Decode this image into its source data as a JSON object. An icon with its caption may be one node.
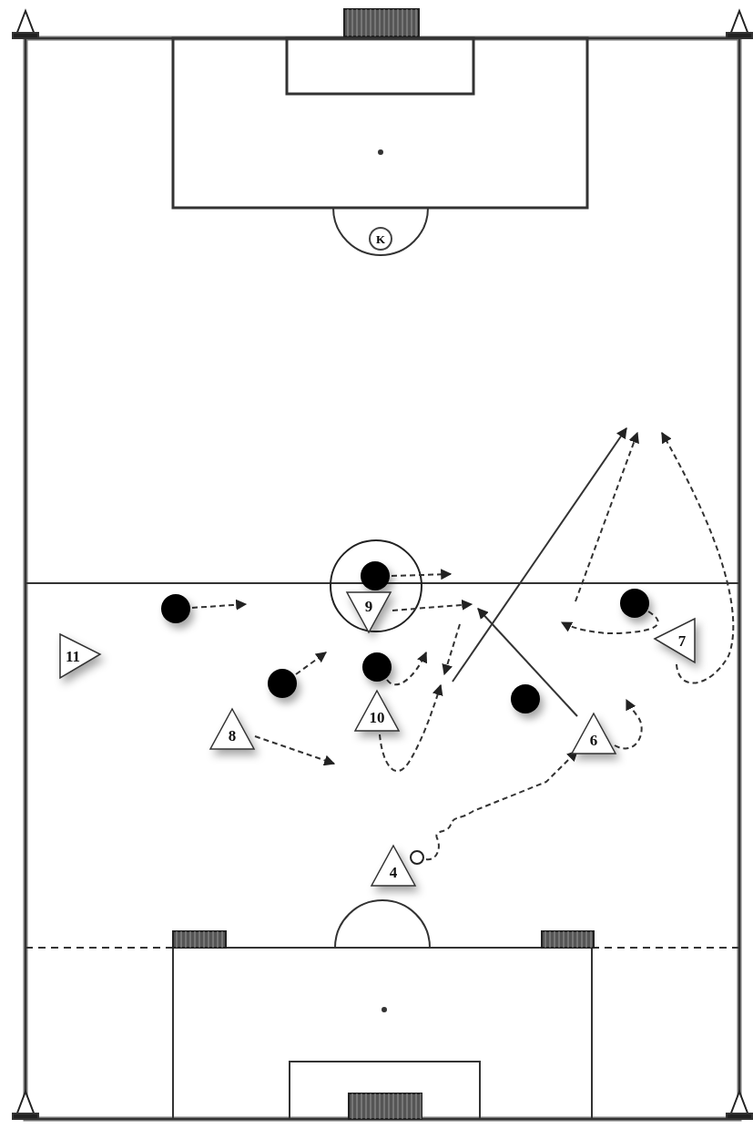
{
  "diagram": {
    "nodes": [
      {
        "text": [
          "K"
        ]
      },
      {
        "text": [],
        "shape": "circle"
      },
      {
        "text": [],
        "shape": "circle"
      },
      {
        "text": [],
        "shape": "circle"
      },
      {
        "text": [
          "9"
        ]
      },
      {
        "text": [
          "7"
        ]
      },
      {
        "text": [
          "11"
        ]
      },
      {
        "text": [],
        "shape": "circle"
      },
      {
        "text": [],
        "shape": "circle"
      },
      {
        "text": [],
        "shape": "circle"
      },
      {
        "text": [
          "10"
        ]
      },
      {
        "text": [
          "8"
        ]
      },
      {
        "text": [
          "6"
        ]
      },
      {
        "text": [],
        "shape": "circle"
      },
      {
        "text": [
          "4"
        ]
      }
    ],
    "edges": [
      {
        "from": 3,
        "to": null,
        "arrow": "to",
        "style": "dashed"
      },
      {
        "from": 1,
        "to": null,
        "arrow": "to",
        "style": "dashed"
      },
      {
        "from": 4,
        "to": null,
        "arrow": "to",
        "style": "dashed"
      },
      {
        "from": 8,
        "to": null,
        "arrow": "to",
        "style": "dashed"
      },
      {
        "from": 7,
        "to": null,
        "arrow": "to",
        "style": "dashed"
      },
      {
        "from": 11,
        "to": null,
        "arrow": "to",
        "style": "dashed"
      },
      {
        "from": 10,
        "to": null,
        "arrow": "to",
        "style": "dashed"
      },
      {
        "from": 2,
        "to": null,
        "arrow": "to",
        "style": "dashed"
      },
      {
        "from": 5,
        "to": null,
        "arrow": "to",
        "style": "dashed"
      },
      {
        "from": 12,
        "to": null,
        "arrow": "to"
      },
      {
        "from": 12,
        "to": null,
        "arrow": "to",
        "style": "dashed"
      },
      {
        "from": 13,
        "to": 12,
        "arrow": "to",
        "style": "dashed"
      }
    ]
  }
}
